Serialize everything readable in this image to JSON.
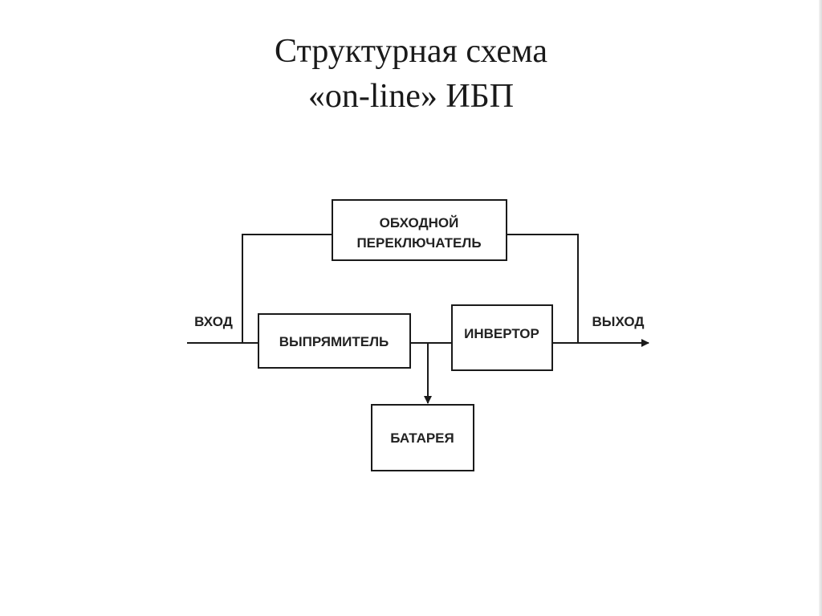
{
  "title": {
    "line1": "Структурная схема",
    "line2": "«on-line» ИБП"
  },
  "diagram": {
    "bypass_line1": "ОБХОДНОЙ",
    "bypass_line2": "ПЕРЕКЛЮЧАТЕЛЬ",
    "rectifier": "ВЫПРЯМИТЕЛЬ",
    "inverter": "ИНВЕРТОР",
    "battery": "БАТАРЕЯ",
    "input": "ВХОД",
    "output": "ВЫХОД"
  }
}
